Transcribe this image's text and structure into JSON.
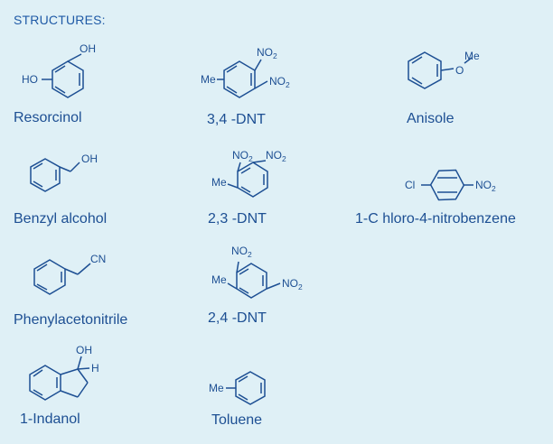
{
  "heading": "STRUCTURES:",
  "compounds": [
    {
      "name": "Resorcinol",
      "atoms": {
        "a1": "OH",
        "a2": "HO"
      }
    },
    {
      "name": "3,4 -DNT",
      "atoms": {
        "a1": "NO",
        "a1_sub": "2",
        "a2": "Me",
        "a3": "NO",
        "a3_sub": "2"
      }
    },
    {
      "name": "Anisole",
      "atoms": {
        "a1": "Me",
        "a2": "O"
      }
    },
    {
      "name": "Benzyl alcohol",
      "atoms": {
        "a1": "OH"
      }
    },
    {
      "name": "2,3 -DNT",
      "atoms": {
        "a1": "NO",
        "a1_sub": "2",
        "a2": "NO",
        "a2_sub": "2",
        "a3": "Me"
      }
    },
    {
      "name": "1-C hloro-4-nitrobenzene",
      "atoms": {
        "a1": "Cl",
        "a2": "NO",
        "a2_sub": "2"
      }
    },
    {
      "name": "Phenylacetonitrile",
      "atoms": {
        "a1": "CN"
      }
    },
    {
      "name": "2,4 -DNT",
      "atoms": {
        "a1": "NO",
        "a1_sub": "2",
        "a2": "Me",
        "a3": "NO",
        "a3_sub": "2"
      }
    },
    {
      "name": "1-Indanol",
      "atoms": {
        "a1": "OH",
        "a2": "H"
      }
    },
    {
      "name": "Toluene",
      "atoms": {
        "a1": "Me"
      }
    }
  ]
}
